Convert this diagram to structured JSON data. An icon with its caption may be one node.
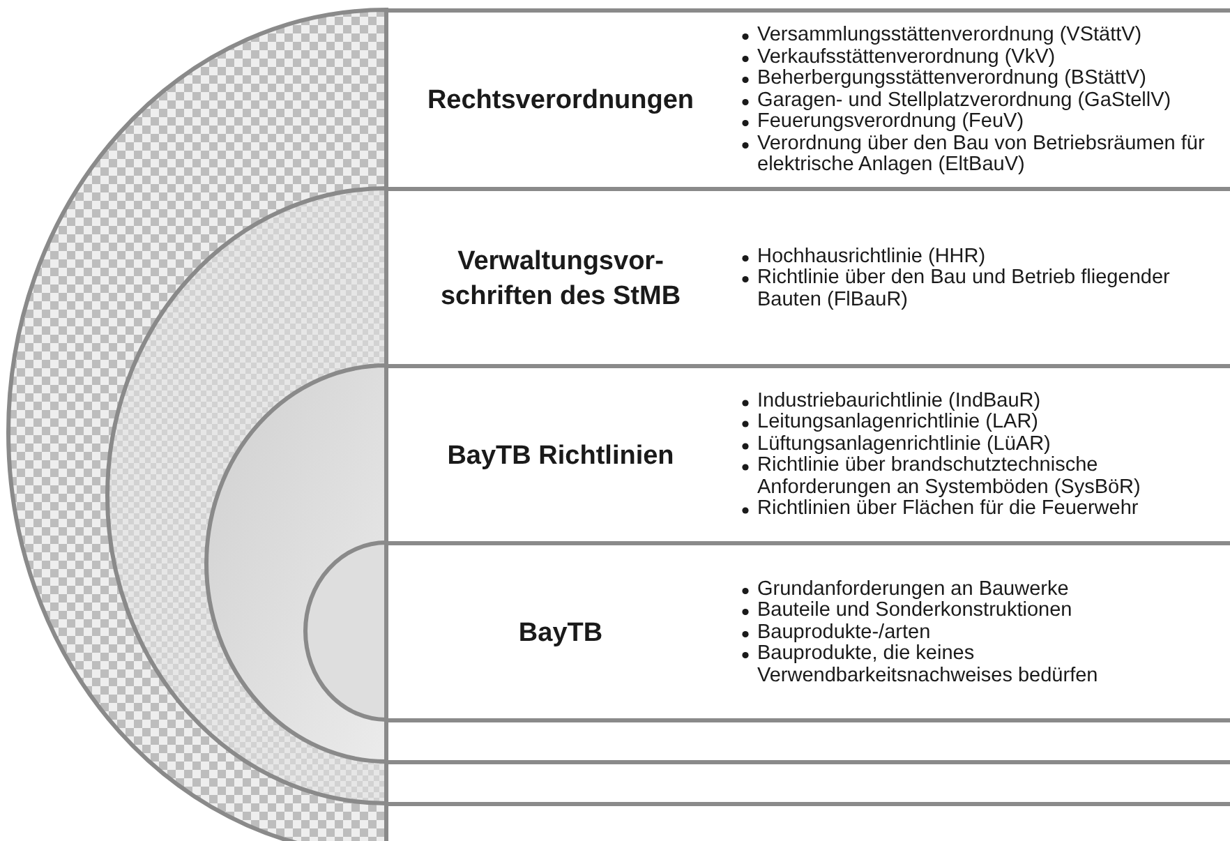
{
  "diagram": {
    "nodes": [
      {
        "text": [
          "Rechtsverordnungen",
          "Versammlungsstättenverordnung (VStättV)",
          "Verkaufsstättenverordnung (VkV)",
          "Beherbergungsstättenverordnung (BStättV)",
          "Garagen- und Stellplatzverordnung (GaStellV)",
          "Feuerungsverordnung (FeuV)",
          "Verordnung über den Bau von Betriebsräumen für elektrische Anlagen (EltBauV)"
        ]
      },
      {
        "text": [
          "Verwaltungsvor- schriften des StMB",
          "Hochhausrichtlinie (HHR)",
          "Richtlinie über den Bau und Betrieb fliegender Bauten (FlBauR)"
        ]
      },
      {
        "text": [
          "BayTB Richtlinien",
          "Industriebaurichtlinie (IndBauR)",
          "Leitungsanlagenrichtlinie (LAR)",
          "Lüftungsanlagenrichtlinie (LüAR)",
          "Richtlinie über brandschutztechnische Anforderungen an Systemböden (SysBöR)",
          "Richtlinien über Flächen für die Feuerwehr"
        ]
      },
      {
        "text": [
          "BayTB",
          "Grundanforderungen an Bauwerke",
          "Bauteile und Sonderkonstruktionen",
          "Bauprodukte-/arten",
          "Bauprodukte, die keines Verwendbarkeitsnachweises bedürfen"
        ]
      },
      {
        "text": [],
        "shape": "box"
      },
      {
        "text": [],
        "shape": "box"
      },
      {
        "text": [],
        "shape": "box"
      }
    ]
  }
}
